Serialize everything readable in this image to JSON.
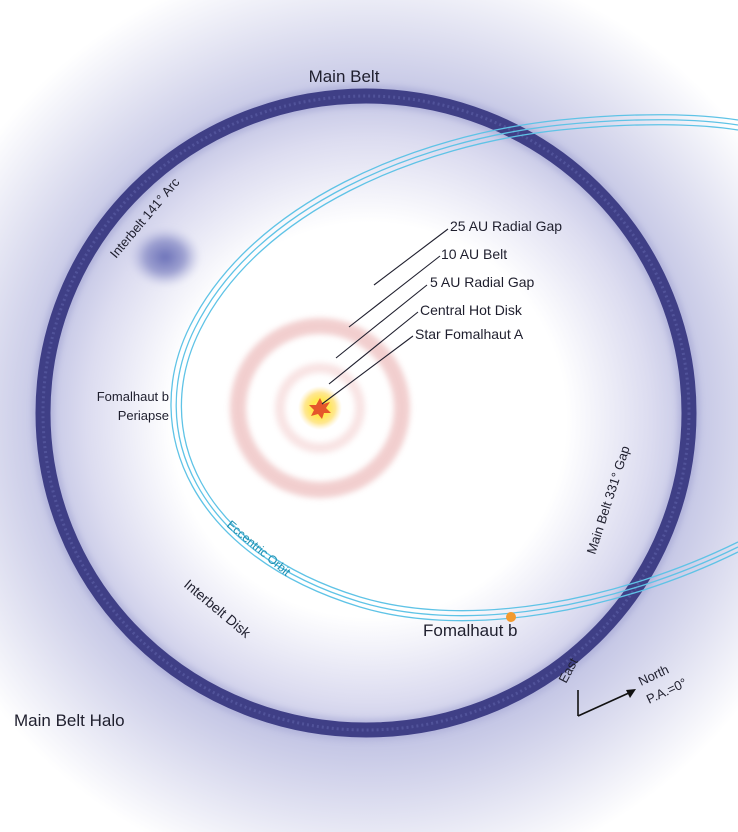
{
  "labels": {
    "main_belt": "Main Belt",
    "interbelt_arc": "Interbelt 141° Arc",
    "radial_gap_25": "25 AU Radial Gap",
    "belt_10": "10 AU Belt",
    "radial_gap_5": "5 AU Radial Gap",
    "central_hot_disk": "Central Hot Disk",
    "star": "Star Fomalhaut A",
    "periapse_line1": "Fomalhaut b",
    "periapse_line2": "Periapse",
    "main_belt_gap": "Main Belt 331° Gap",
    "eccentric_orbit": "Eccentric Orbit",
    "interbelt_disk": "Interbelt Disk",
    "planet": "Fomalhaut b",
    "main_belt_halo": "Main Belt Halo",
    "compass_east": "East",
    "compass_north": "North",
    "compass_pa": "P.A.=0°"
  },
  "colors": {
    "belt": "#3f3f86",
    "halo": "#c6c8e6",
    "orbit": "#5fc3e6",
    "inner_ring": "#e7a7a7",
    "star_core": "#ffee55",
    "star_center": "#e5572b",
    "planet": "#f29a2e",
    "arc_blob": "#6b71b8"
  }
}
